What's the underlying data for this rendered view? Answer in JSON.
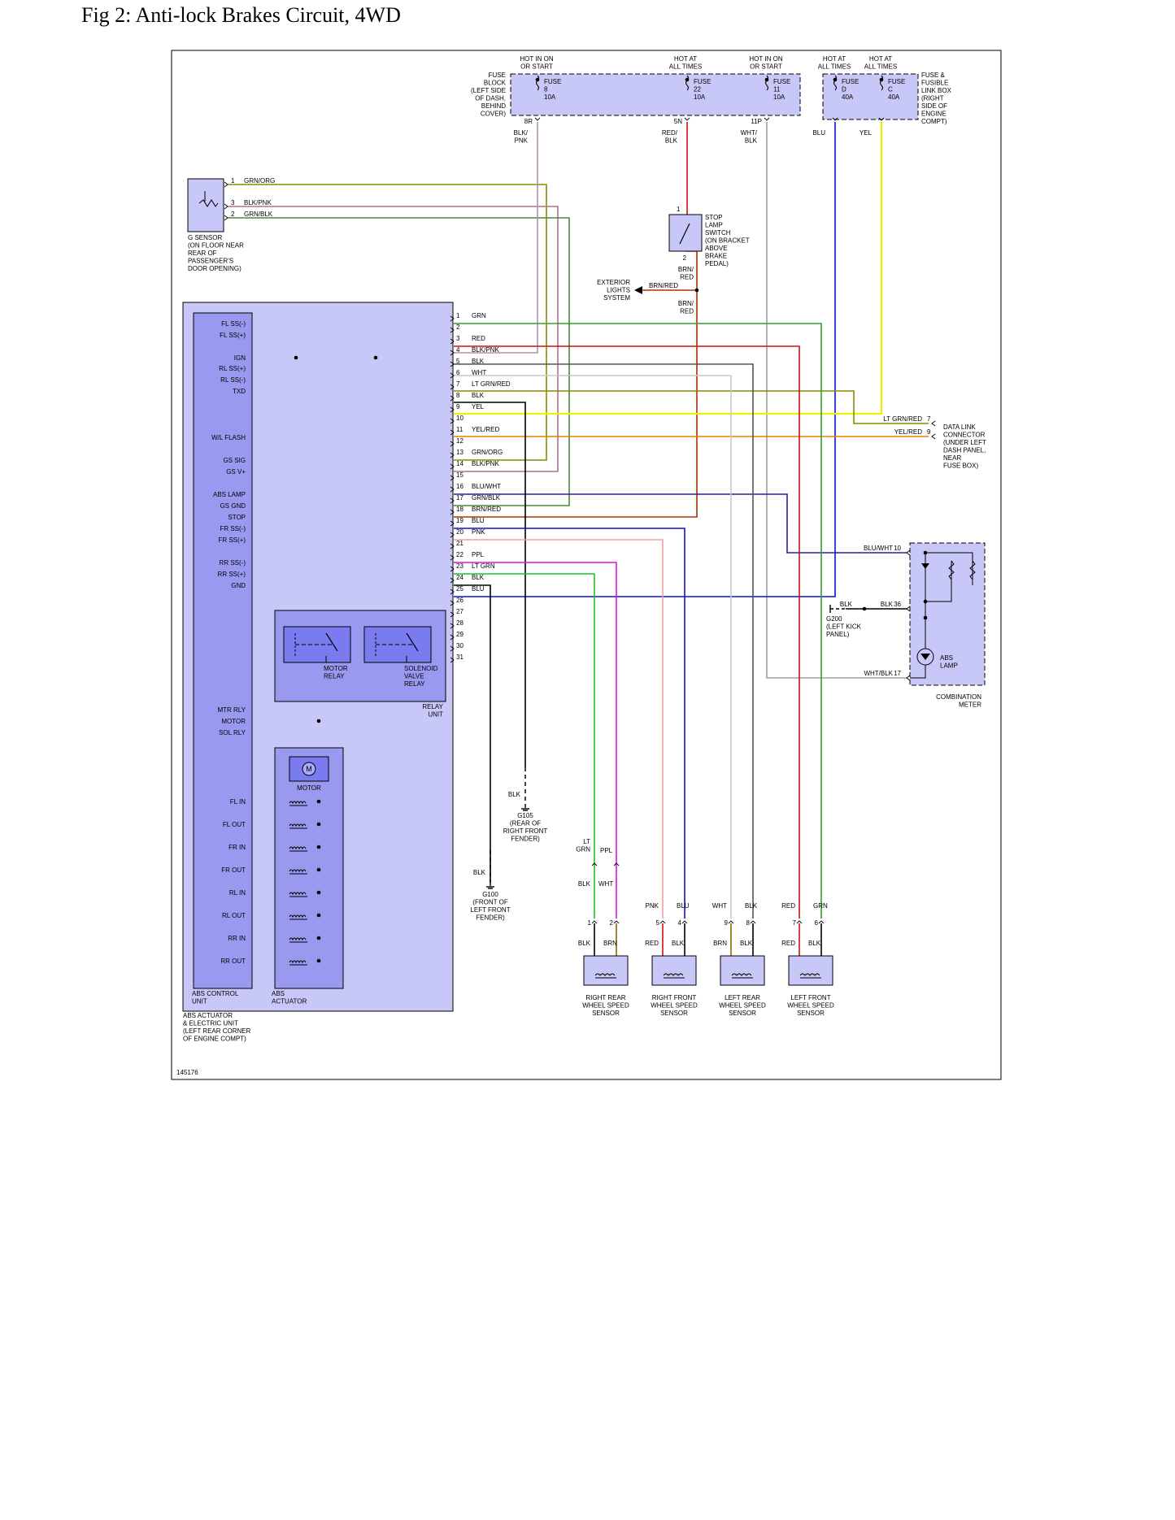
{
  "title": "Fig 2: Anti-lock Brakes Circuit, 4WD",
  "figure_number": "145176",
  "colors": {
    "component_fill": "#c8c8f8",
    "component_dark": "#9999f0",
    "relay_fill": "#7b7bf0",
    "wire_yellow": "#f0f000",
    "wire_olive": "#8a8a00",
    "wire_red": "#d01010",
    "wire_blue": "#1010d0",
    "wire_green": "#20c020",
    "wire_magenta": "#e010e0",
    "wire_pink": "#f0a0a0",
    "wire_brownred": "#b03000"
  },
  "power": {
    "hot_on_start": "HOT IN ON\nOR START",
    "hot_all_times": "HOT AT\nALL TIMES",
    "fuse_block_label": "FUSE\nBLOCK\n(LEFT SIDE\nOF DASH,\nBEHIND\nCOVER)",
    "fusible_link_label": "FUSE &\nFUSIBLE\nLINK BOX\n(RIGHT\nSIDE OF\nENGINE\nCOMPT)",
    "fuses": [
      {
        "name": "FUSE\n8\n10A",
        "terminal": "8R",
        "wire": "BLK/\nPNK"
      },
      {
        "name": "FUSE\n22\n10A",
        "terminal": "5N",
        "wire": "RED/\nBLK"
      },
      {
        "name": "FUSE\n11\n10A",
        "terminal": "11P",
        "wire": "WHT/\nBLK"
      },
      {
        "name": "FUSE\nD\n40A",
        "terminal": "",
        "wire": "BLU"
      },
      {
        "name": "FUSE\nC\n40A",
        "terminal": "",
        "wire": "YEL"
      }
    ]
  },
  "g_sensor": {
    "label": "G SENSOR\n(ON FLOOR NEAR\nREAR OF\nPASSENGER'S\nDOOR OPENING)",
    "pins": [
      {
        "pin": "1",
        "wire": "GRN/ORG"
      },
      {
        "pin": "3",
        "wire": "BLK/PNK"
      },
      {
        "pin": "2",
        "wire": "GRN/BLK"
      }
    ]
  },
  "stop_lamp": {
    "label": "STOP\nLAMP\nSWITCH\n(ON BRACKET\nABOVE\nBRAKE\nPEDAL)",
    "pin_top": "1",
    "pin_bottom": "2",
    "wire_out": "BRN/\nRED",
    "wire_branch": "BRN/RED",
    "wire_down": "BRN/\nRED",
    "exterior": "EXTERIOR\nLIGHTS\nSYSTEM"
  },
  "abs_unit": {
    "signals": [
      "FL SS(-)",
      "FL SS(+)",
      "IGN",
      "RL SS(+)",
      "RL SS(-)",
      "TXD",
      "W/L FLASH",
      "GS SIG",
      "GS V+",
      "ABS LAMP",
      "GS GND",
      "STOP",
      "FR SS(-)",
      "FR SS(+)",
      "RR SS(-)",
      "RR SS(+)",
      "GND",
      "MTR RLY",
      "MOTOR",
      "SOL RLY",
      "FL IN",
      "FL OUT",
      "FR IN",
      "FR OUT",
      "RL IN",
      "RL OUT",
      "RR IN",
      "RR OUT"
    ],
    "control_label": "ABS CONTROL\nUNIT",
    "actuator_label": "ABS\nACTUATOR",
    "relay_unit_label": "RELAY\nUNIT",
    "motor_relay": "MOTOR\nRELAY",
    "solenoid_relay": "SOLENOID\nVALVE\nRELAY",
    "motor": "MOTOR",
    "motor_symbol": "M",
    "bottom_label": "ABS ACTUATOR\n& ELECTRIC UNIT\n(LEFT REAR CORNER\nOF ENGINE COMPT)"
  },
  "connector_pins": [
    {
      "pin": "1",
      "wire": "GRN"
    },
    {
      "pin": "2",
      "wire": ""
    },
    {
      "pin": "3",
      "wire": "RED"
    },
    {
      "pin": "4",
      "wire": "BLK/PNK"
    },
    {
      "pin": "5",
      "wire": "BLK"
    },
    {
      "pin": "6",
      "wire": "WHT"
    },
    {
      "pin": "7",
      "wire": "LT GRN/RED"
    },
    {
      "pin": "8",
      "wire": "BLK"
    },
    {
      "pin": "9",
      "wire": "YEL"
    },
    {
      "pin": "10",
      "wire": ""
    },
    {
      "pin": "11",
      "wire": "YEL/RED"
    },
    {
      "pin": "12",
      "wire": ""
    },
    {
      "pin": "13",
      "wire": "GRN/ORG"
    },
    {
      "pin": "14",
      "wire": "BLK/PNK"
    },
    {
      "pin": "15",
      "wire": ""
    },
    {
      "pin": "16",
      "wire": "BLU/WHT"
    },
    {
      "pin": "17",
      "wire": "GRN/BLK"
    },
    {
      "pin": "18",
      "wire": "BRN/RED"
    },
    {
      "pin": "19",
      "wire": "BLU"
    },
    {
      "pin": "20",
      "wire": "PNK"
    },
    {
      "pin": "21",
      "wire": ""
    },
    {
      "pin": "22",
      "wire": "PPL"
    },
    {
      "pin": "23",
      "wire": "LT GRN"
    },
    {
      "pin": "24",
      "wire": "BLK"
    },
    {
      "pin": "25",
      "wire": "BLU"
    },
    {
      "pin": "26",
      "wire": ""
    },
    {
      "pin": "27",
      "wire": ""
    },
    {
      "pin": "28",
      "wire": ""
    },
    {
      "pin": "29",
      "wire": ""
    },
    {
      "pin": "30",
      "wire": ""
    },
    {
      "pin": "31",
      "wire": ""
    }
  ],
  "data_link": {
    "label": "DATA LINK\nCONNECTOR\n(UNDER LEFT\nDASH PANEL,\nNEAR\nFUSE BOX)",
    "pins": [
      {
        "pin": "7",
        "wire": "LT GRN/RED"
      },
      {
        "pin": "9",
        "wire": "YEL/RED"
      }
    ]
  },
  "combination_meter": {
    "label": "COMBINATION\nMETER",
    "lamp": "ABS\nLAMP",
    "pins": [
      {
        "pin": "10",
        "wire": "BLU/WHT"
      },
      {
        "pin": "36",
        "wire": "BLK"
      },
      {
        "pin": "17",
        "wire": "WHT/BLK"
      }
    ],
    "ground_wire": "BLK",
    "ground": "G200\n(LEFT KICK\nPANEL)"
  },
  "grounds": [
    {
      "wire": "BLK",
      "name": "G105\n(REAR OF\nRIGHT FRONT\nFENDER)"
    },
    {
      "wire": "BLK",
      "name": "G100\n(FRONT OF\nLEFT FRONT\nFENDER)"
    }
  ],
  "splice": {
    "ltgrn": "LT\nGRN",
    "ppl": "PPL",
    "blk": "BLK",
    "wht": "WHT"
  },
  "wheel_sensors": [
    {
      "name": "RIGHT REAR\nWHEEL SPEED\nSENSOR",
      "upper": [
        "",
        ""
      ],
      "pins": [
        "1",
        "2"
      ],
      "lower": [
        "BLK",
        "BRN"
      ]
    },
    {
      "name": "RIGHT FRONT\nWHEEL SPEED\nSENSOR",
      "upper": [
        "PNK",
        "BLU"
      ],
      "pins": [
        "5",
        "4"
      ],
      "lower": [
        "RED",
        "BLK"
      ]
    },
    {
      "name": "LEFT REAR\nWHEEL SPEED\nSENSOR",
      "upper": [
        "WHT",
        "BLK"
      ],
      "pins": [
        "9",
        "8"
      ],
      "lower": [
        "BRN",
        "BLK"
      ]
    },
    {
      "name": "LEFT FRONT\nWHEEL SPEED\nSENSOR",
      "upper": [
        "RED",
        "GRN"
      ],
      "pins": [
        "7",
        "6"
      ],
      "lower": [
        "RED",
        "BLK"
      ]
    }
  ]
}
